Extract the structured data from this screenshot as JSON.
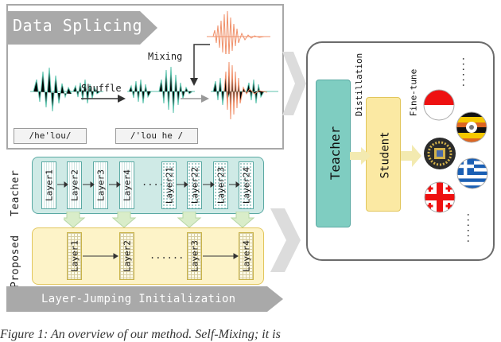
{
  "data_splicing": {
    "title": "Data Splicing",
    "mixing_label": "Mixing",
    "shuffle_label": "Shuffle",
    "phon_original": "/he'lou/",
    "phon_shuffled": "/'lou he /"
  },
  "teacher_row": {
    "side_label": "Teacher",
    "layers": [
      "Layer1",
      "Layer2",
      "Layer3",
      "Layer4",
      "Layer21",
      "Layer22",
      "Layer23",
      "Layer24"
    ],
    "ellipsis": "......"
  },
  "proposed_row": {
    "side_label": "Proposed",
    "layers": [
      "Layer1",
      "Layer2",
      "Layer3",
      "Layer4"
    ],
    "ellipsis": "......"
  },
  "layer_jumping_title": "Layer-Jumping Initialization",
  "right_panel": {
    "teacher_label": "Teacher",
    "student_label": "Student",
    "distillation_label": "Distillation",
    "finetune_label": "Fine-tune",
    "dots_top": "......",
    "dots_bottom": "......",
    "flags": [
      "indonesia-flag",
      "uganda-flag",
      "emblem-flag",
      "greece-flag",
      "georgia-flag"
    ]
  },
  "colors": {
    "teal": "#5cc3ad",
    "orange": "#f0916b",
    "teacher_fill": "#7fcdc1",
    "student_fill": "#fbe9a3",
    "banner_gray": "#a9a9a9"
  },
  "caption": "Figure 1: An overview of our method. Self-Mixing; it is"
}
